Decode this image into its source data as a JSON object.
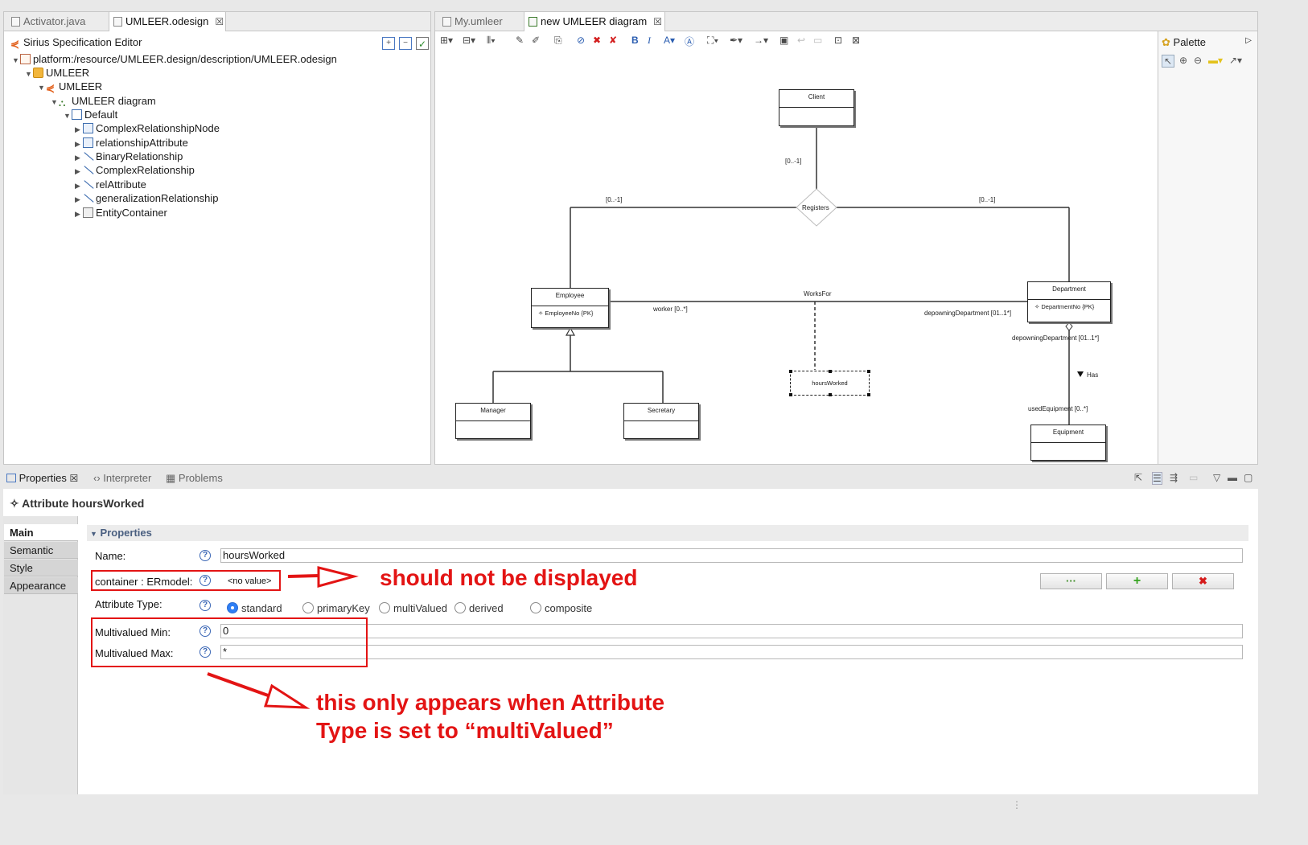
{
  "left_editor": {
    "tabs": [
      {
        "label": "Activator.java"
      },
      {
        "label": "UMLEER.odesign",
        "active": true
      }
    ],
    "title": "Sirius Specification Editor",
    "tree": [
      {
        "label": "platform:/resource/UMLEER.design/description/UMLEER.odesign"
      },
      {
        "label": "UMLEER"
      },
      {
        "label": "UMLEER"
      },
      {
        "label": "UMLEER diagram"
      },
      {
        "label": "Default"
      },
      {
        "label": "ComplexRelationshipNode"
      },
      {
        "label": "relationshipAttribute"
      },
      {
        "label": "BinaryRelationship"
      },
      {
        "label": "ComplexRelationship"
      },
      {
        "label": "relAttribute"
      },
      {
        "label": "generalizationRelationship"
      },
      {
        "label": "EntityContainer"
      }
    ]
  },
  "diagram_editor": {
    "tabs": [
      {
        "label": "My.umleer"
      },
      {
        "label": "new UMLEER diagram",
        "active": true
      }
    ],
    "palette_title": "Palette",
    "nodes": {
      "client": {
        "name": "Client"
      },
      "registers": {
        "name": "Registers"
      },
      "employee": {
        "name": "Employee",
        "attr": "EmployeeNo {PK}"
      },
      "department": {
        "name": "Department",
        "attr": "DepartmentNo {PK}"
      },
      "manager": {
        "name": "Manager"
      },
      "secretary": {
        "name": "Secretary"
      },
      "hours_worked": {
        "name": "hoursWorked"
      },
      "equipment": {
        "name": "Equipment"
      }
    },
    "labels": {
      "client_mult": "[0..-1]",
      "emp_mult": "[0..-1]",
      "dept_mult": "[0..-1]",
      "works_for": "WorksFor",
      "worker": "worker [0..*]",
      "depowning1": "depowningDepartment [01..1*]",
      "depowning2": "depowningDepartment [01..1*]",
      "has": "Has",
      "used_equipment": "usedEquipment [0..*]"
    }
  },
  "bottom_views": {
    "tabs": [
      {
        "label": "Properties",
        "active": true
      },
      {
        "label": "Interpreter"
      },
      {
        "label": "Problems"
      }
    ],
    "title": "Attribute hoursWorked",
    "side_tabs": [
      "Main",
      "Semantic",
      "Style",
      "Appearance"
    ],
    "section_title": "Properties",
    "fields": {
      "name_label": "Name:",
      "name_value": "hoursWorked",
      "container_label": "container : ERmodel:",
      "container_value": "<no value>",
      "attr_type_label": "Attribute Type:",
      "mv_min_label": "Multivalued Min:",
      "mv_min_value": "0",
      "mv_max_label": "Multivalued Max:",
      "mv_max_value": "*"
    },
    "attribute_types": [
      {
        "label": "standard",
        "selected": true
      },
      {
        "label": "primaryKey"
      },
      {
        "label": "multiValued"
      },
      {
        "label": "derived"
      },
      {
        "label": "composite"
      }
    ],
    "buttons": {
      "browse": "···",
      "add": "+",
      "remove": "✖"
    }
  },
  "annotations": {
    "note1": "should not be displayed",
    "note2_line1": "this only appears when Attribute",
    "note2_line2": "Type is set to “multiValued”",
    "color": "#e31414"
  }
}
